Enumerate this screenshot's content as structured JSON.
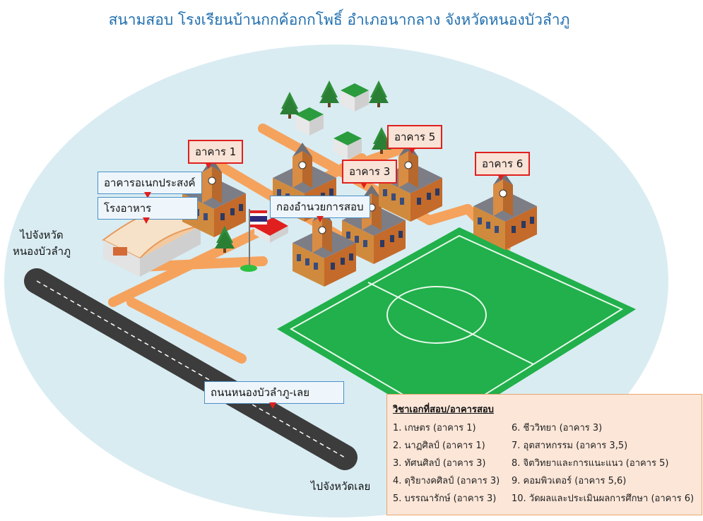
{
  "title": "สนามสอบ โรงเรียนบ้านกกค้อกกโพธิ์ อำเภอนากลาง จังหวัดหนองบัวลำภู",
  "labels": {
    "building1": "อาคาร 1",
    "building3": "อาคาร 3",
    "building5": "อาคาร 5",
    "building6": "อาคาร 6",
    "multipurpose": "อาคารอเนกประสงค์",
    "canteen": "โรงอาหาร",
    "exam_office": "กองอำนวยการสอบ",
    "road": "ถนนหนองบัวลำภู-เลย"
  },
  "directions": {
    "to_nongbua_line1": "ไปจังหวัด",
    "to_nongbua_line2": "หนองบัวลำภู",
    "to_loei": "ไปจังหวัดเลย"
  },
  "legend": {
    "title": "วิชาเอกที่สอบ/อาคารสอบ",
    "left": [
      "1. เกษตร  (อาคาร 1)",
      "2. นาฏศิลป์ (อาคาร 1)",
      "3. ทัศนศิลป์ (อาคาร 3)",
      "4. ดุริยางคศิลป์ (อาคาร 3)",
      "5. บรรณารักษ์ (อาคาร 3)"
    ],
    "right": [
      "6. ชีววิทยา (อาคาร 3)",
      "7. อุตสาหกรรม (อาคาร 3,5)",
      "8. จิตวิทยาและการแนะแนว (อาคาร 5)",
      "9. คอมพิวเตอร์ (อาคาร 5,6)",
      "10. วัดผลและประเมินผลการศึกษา (อาคาร 6)"
    ]
  },
  "colors": {
    "ground": "#d9ecf2",
    "path": "#f5a25d",
    "field": "#21b04b",
    "road": "#3c3c3c",
    "label_border": "#e0201e",
    "title": "#1f6fb0"
  }
}
